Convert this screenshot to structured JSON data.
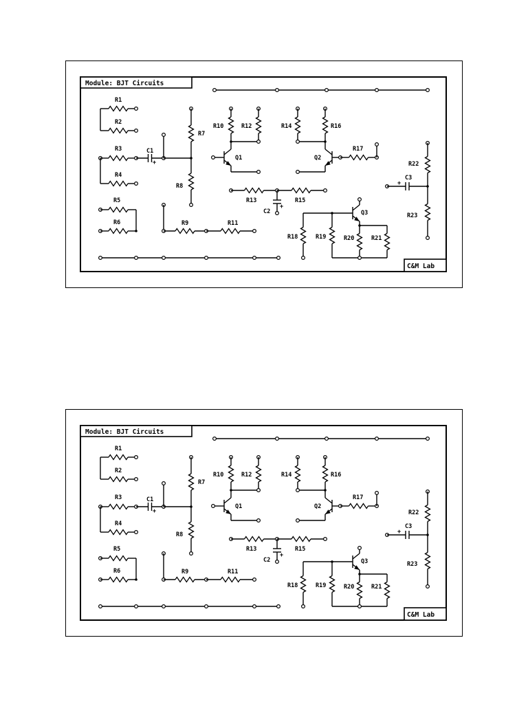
{
  "module_title": "Module: BJT Circuits",
  "lab_label": "C&M Lab",
  "labels": {
    "R1": "R1",
    "R2": "R2",
    "R3": "R3",
    "R4": "R4",
    "R5": "R5",
    "R6": "R6",
    "R7": "R7",
    "R8": "R8",
    "R9": "R9",
    "R10": "R10",
    "R11": "R11",
    "R12": "R12",
    "R13": "R13",
    "R14": "R14",
    "R15": "R15",
    "R16": "R16",
    "R17": "R17",
    "R18": "R18",
    "R19": "R19",
    "R20": "R20",
    "R21": "R21",
    "R22": "R22",
    "R23": "R23",
    "C1": "C1",
    "C2": "C2",
    "C3": "C3",
    "Q1": "Q1",
    "Q2": "Q2",
    "Q3": "Q3",
    "plus": "+"
  }
}
